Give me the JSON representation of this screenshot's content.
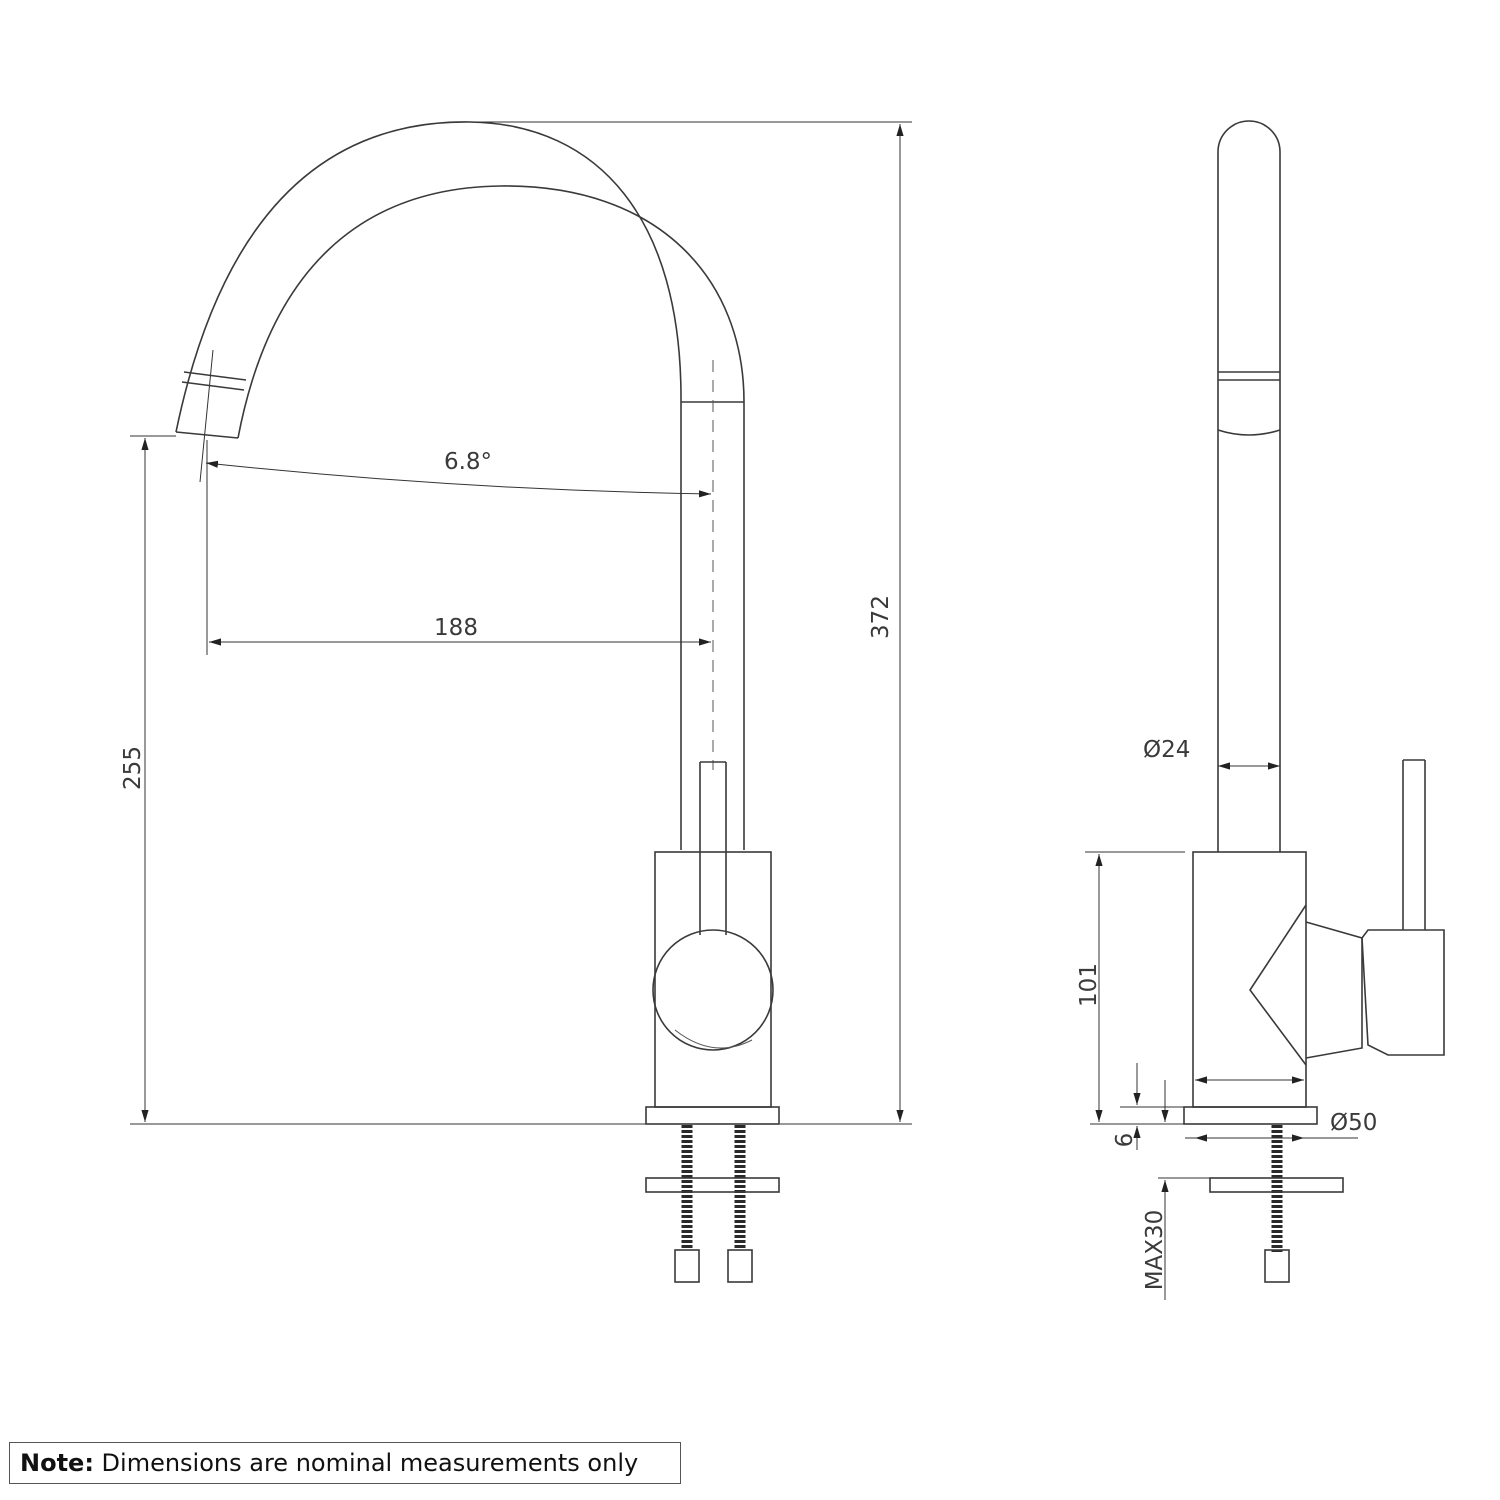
{
  "front_view": {
    "dim_height_total": "372",
    "dim_spout_height": "255",
    "dim_reach": "188",
    "dim_angle": "6.8°"
  },
  "side_view": {
    "dim_spout_dia": "Ø24",
    "dim_body_height": "101",
    "dim_base_dia": "Ø50",
    "dim_flange": "6",
    "dim_max_thickness": "MAX30"
  },
  "note": {
    "label": "Note:",
    "text": " Dimensions are nominal measurements only"
  }
}
